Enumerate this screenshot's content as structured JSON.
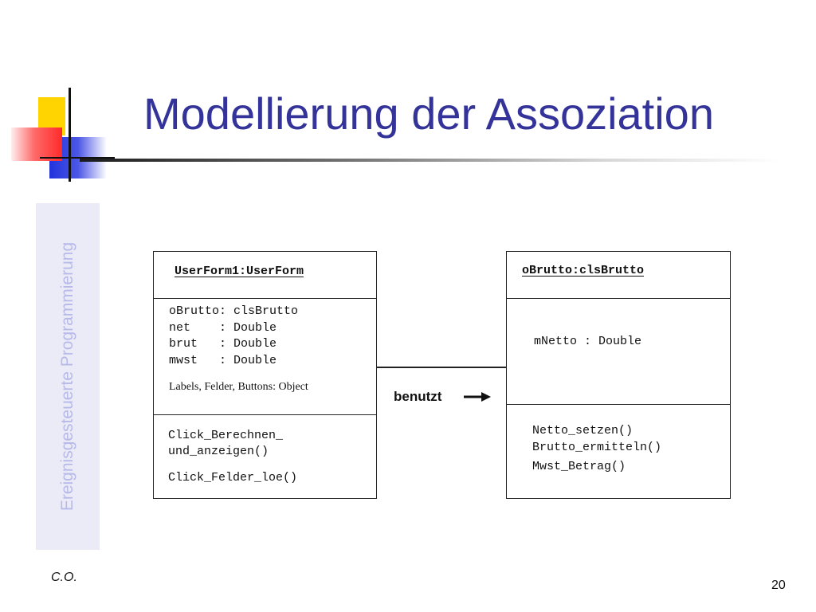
{
  "slide": {
    "title": "Modellierung der Assoziation",
    "side_label": "Ereignisgesteuerte Programmierung",
    "footer_left": "C.O.",
    "page_number": "20"
  },
  "diagram": {
    "left_class": {
      "name": "UserForm1:UserForm",
      "attributes": [
        "oBrutto: clsBrutto",
        "net    : Double",
        "brut   : Double",
        "mwst   : Double"
      ],
      "attributes_extra": "Labels, Felder, Buttons: Object",
      "methods": [
        "Click_Berechnen_",
        "und_anzeigen()",
        "Click_Felder_loe()"
      ]
    },
    "right_class": {
      "name": "oBrutto:clsBrutto",
      "attributes": [
        "mNetto : Double"
      ],
      "methods": [
        "Netto_setzen()",
        "Brutto_ermitteln()",
        "Mwst_Betrag()"
      ]
    },
    "association": {
      "label": "benutzt"
    }
  }
}
